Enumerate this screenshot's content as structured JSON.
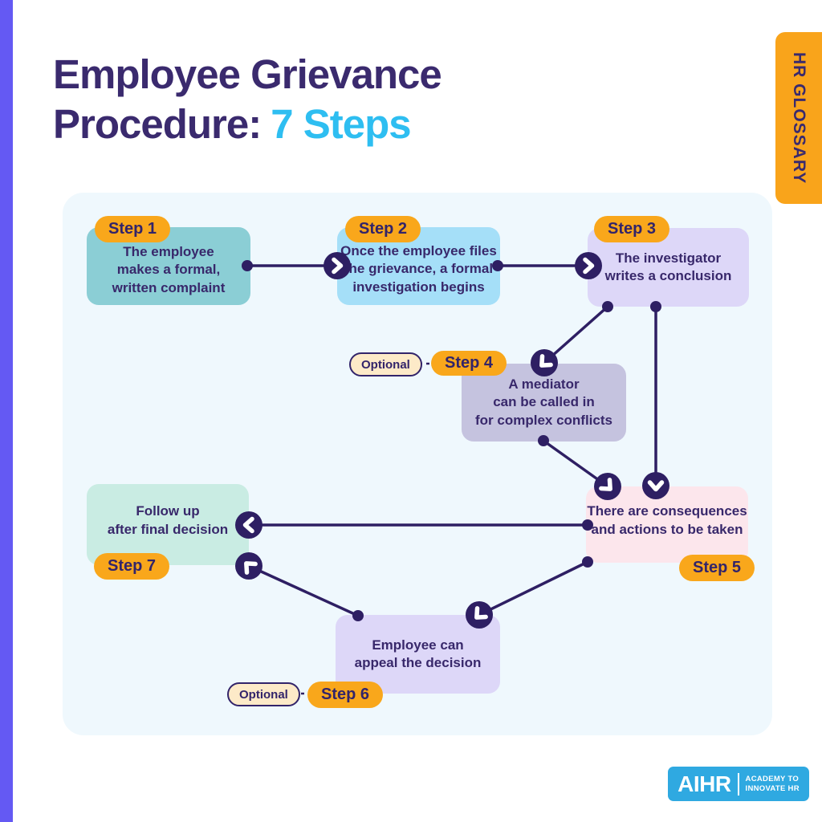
{
  "page": {
    "background": "#FFFFFF",
    "accent_bar_color": "#6459F3"
  },
  "title": {
    "line1": "Employee Grievance",
    "line2_prefix": "Procedure:",
    "line2_highlight": "7 Steps",
    "color": "#3A2A6E",
    "highlight_color": "#2EBEF1"
  },
  "glossary_badge": {
    "label": "HR GLOSSARY",
    "bg": "#F9A41B",
    "text_color": "#3A2A6E"
  },
  "flow": {
    "board_bg": "#EFF8FD",
    "line_color": "#2E1F63",
    "step_badge_bg": "#F9A71B",
    "step_badge_text_color": "#32246A",
    "optional_label": "Optional",
    "optional_bg": "#FDEAC8",
    "steps": [
      {
        "badge": "Step 1",
        "text": "The employee\nmakes a formal,\nwritten complaint",
        "box_color": "#8BCED5",
        "optional": false
      },
      {
        "badge": "Step 2",
        "text": "Once the employee files\nthe grievance, a formal\ninvestigation begins",
        "box_color": "#A5DFF8",
        "optional": false
      },
      {
        "badge": "Step 3",
        "text": "The investigator\nwrites a conclusion",
        "box_color": "#DDD7F8",
        "optional": false
      },
      {
        "badge": "Step 4",
        "text": "A mediator\ncan be called in\nfor complex conflicts",
        "box_color": "#C5C3DF",
        "optional": true
      },
      {
        "badge": "Step 5",
        "text": "There are consequences\nand actions to be taken",
        "box_color": "#FCE6EC",
        "optional": false
      },
      {
        "badge": "Step 6",
        "text": "Employee can\nappeal the decision",
        "box_color": "#DDD7F8",
        "optional": true
      },
      {
        "badge": "Step 7",
        "text": "Follow up\nafter final decision",
        "box_color": "#C9ECE3",
        "optional": false
      }
    ],
    "connections": [
      {
        "from": "Step 1",
        "to": "Step 2"
      },
      {
        "from": "Step 2",
        "to": "Step 3"
      },
      {
        "from": "Step 3",
        "to": "Step 4"
      },
      {
        "from": "Step 3",
        "to": "Step 5"
      },
      {
        "from": "Step 4",
        "to": "Step 5"
      },
      {
        "from": "Step 5",
        "to": "Step 7"
      },
      {
        "from": "Step 5",
        "to": "Step 6"
      },
      {
        "from": "Step 6",
        "to": "Step 7"
      }
    ]
  },
  "logo": {
    "brand": "AIHR",
    "tagline_line1": "ACADEMY TO",
    "tagline_line2": "INNOVATE HR",
    "bg": "#2FA9E1"
  }
}
